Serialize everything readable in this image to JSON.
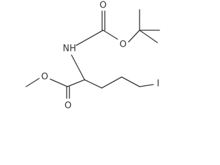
{
  "structure": {
    "atoms": {
      "nh": "NH",
      "o_carbonyl_top": "O",
      "o_ester_top": "O",
      "o_methoxy": "O",
      "o_carbonyl_bottom": "O",
      "iodine": "I"
    },
    "colors": {
      "bond": "#333333",
      "label": "#333333"
    }
  }
}
